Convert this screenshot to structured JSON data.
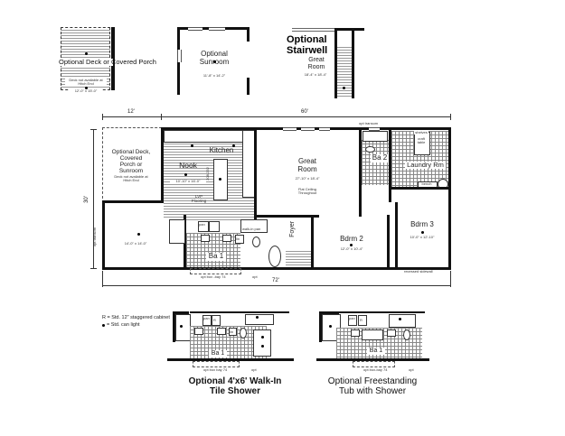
{
  "insets_top": {
    "deck_porch": {
      "title": "Optional Deck or Covered Porch",
      "note": "Deck not available at Hitch End",
      "dims": "12'-0\" x 15'-0\""
    },
    "sunroom": {
      "title_line1": "Optional",
      "title_line2": "Sunroom",
      "dims": "11'-8\" x 14'-2\""
    },
    "stairwell": {
      "title_line1": "Optional",
      "title_line2": "Stairwell",
      "room_line1": "Great",
      "room_line2": "Room",
      "dims": "18'-4\" x 18'-4\""
    }
  },
  "main_plan": {
    "dimensions": {
      "left_width": "12'",
      "main_width": "60'",
      "total_width": "72'",
      "depth": "30'"
    },
    "rooms": {
      "deck_option": {
        "line1": "Optional Deck,",
        "line2": "Covered",
        "line3": "Porch or",
        "line4": "Sunroom",
        "note1": "Deck not available at",
        "note2": "Hitch End"
      },
      "kitchen": {
        "name": "Kitchen"
      },
      "nook": {
        "name": "Nook",
        "dims": "10'-10\" x 16'-0\""
      },
      "flooring": {
        "line1": "LVP",
        "line2": "Flooring"
      },
      "great_room": {
        "line1": "Great",
        "line2": "Room",
        "dims": "27'-10\" x 18'-4\"",
        "note1": "Flat Ceiling",
        "note2": "Throughout"
      },
      "master": {
        "dims": "14'-0\" x 14'-0\""
      },
      "ba1": {
        "name": "Ba 1"
      },
      "ba2": {
        "name": "Ba 2"
      },
      "laundry": {
        "name": "Laundry Rm"
      },
      "craft": {
        "line1": "craft",
        "line2": "table"
      },
      "bench": {
        "name": "bench"
      },
      "shelves": {
        "name": "shelves"
      },
      "foyer": {
        "name": "Foyer"
      },
      "bdrm2": {
        "name": "Bdrm 2",
        "dims": "12'-0\" x 10'-4\""
      },
      "bdrm3": {
        "name": "Bdrm 3",
        "dims": "10'-0\" x 12'-10\""
      },
      "walkin_pantry": {
        "name": "walk-in pan"
      },
      "pan": {
        "name": "pan"
      },
      "lin": {
        "name": "lin"
      }
    },
    "annotations": {
      "opt_transom_top": "opt transom",
      "opt_transom_side": "opt transom",
      "opt_box_bay": "opt box -bay 74",
      "opt": "opt",
      "recessed_sidewall": "recessed sidewall",
      "island_label": "208-232"
    }
  },
  "legend": {
    "line1": "R = Std. 12\" staggered cabinet",
    "line2": "= Std. can light"
  },
  "bottom_options": [
    {
      "title_line1": "Optional 4'x6' Walk-In",
      "title_line2": "Tile Shower",
      "ba": "Ba 1",
      "box": "opt box bay 74",
      "opt": "opt",
      "pan": "pan",
      "r": "R",
      "pantry": "walk-in pantry",
      "lin": "lin",
      "shower": "tile shower"
    },
    {
      "title_line1": "Optional Freestanding",
      "title_line2": "Tub with Shower",
      "ba": "Ba 1",
      "box": "opt box-bay 74",
      "opt": "opt",
      "pan": "pan",
      "r": "R",
      "pantry": "walk-in pantry"
    }
  ]
}
